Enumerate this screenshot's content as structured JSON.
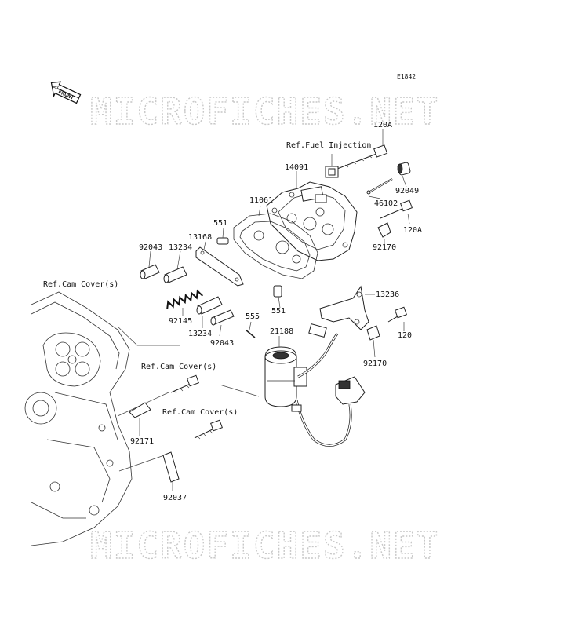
{
  "diagram_code": "E1842",
  "front_arrow": "FRONT",
  "watermark": "MICROFICHES.NET",
  "refs": {
    "fuel_injection": "Ref.Fuel Injection",
    "cam_cover_left": "Ref.Cam Cover(s)",
    "cam_cover_mid": "Ref.Cam Cover(s)",
    "cam_cover_low": "Ref.Cam Cover(s)"
  },
  "labels": {
    "p120A_top": "120A",
    "p14091": "14091",
    "p92049": "92049",
    "p46102": "46102",
    "p120A_right": "120A",
    "p11061": "11061",
    "p551_top": "551",
    "p13168": "13168",
    "p92043_top": "92043",
    "p13234_top": "13234",
    "p92170_top": "92170",
    "p551_low": "551",
    "p13236": "13236",
    "p92145": "92145",
    "p13234_low": "13234",
    "p92043_low": "92043",
    "p555": "555",
    "p21188": "21188",
    "p120": "120",
    "p92170_low": "92170",
    "p92171": "92171",
    "p92037": "92037"
  }
}
